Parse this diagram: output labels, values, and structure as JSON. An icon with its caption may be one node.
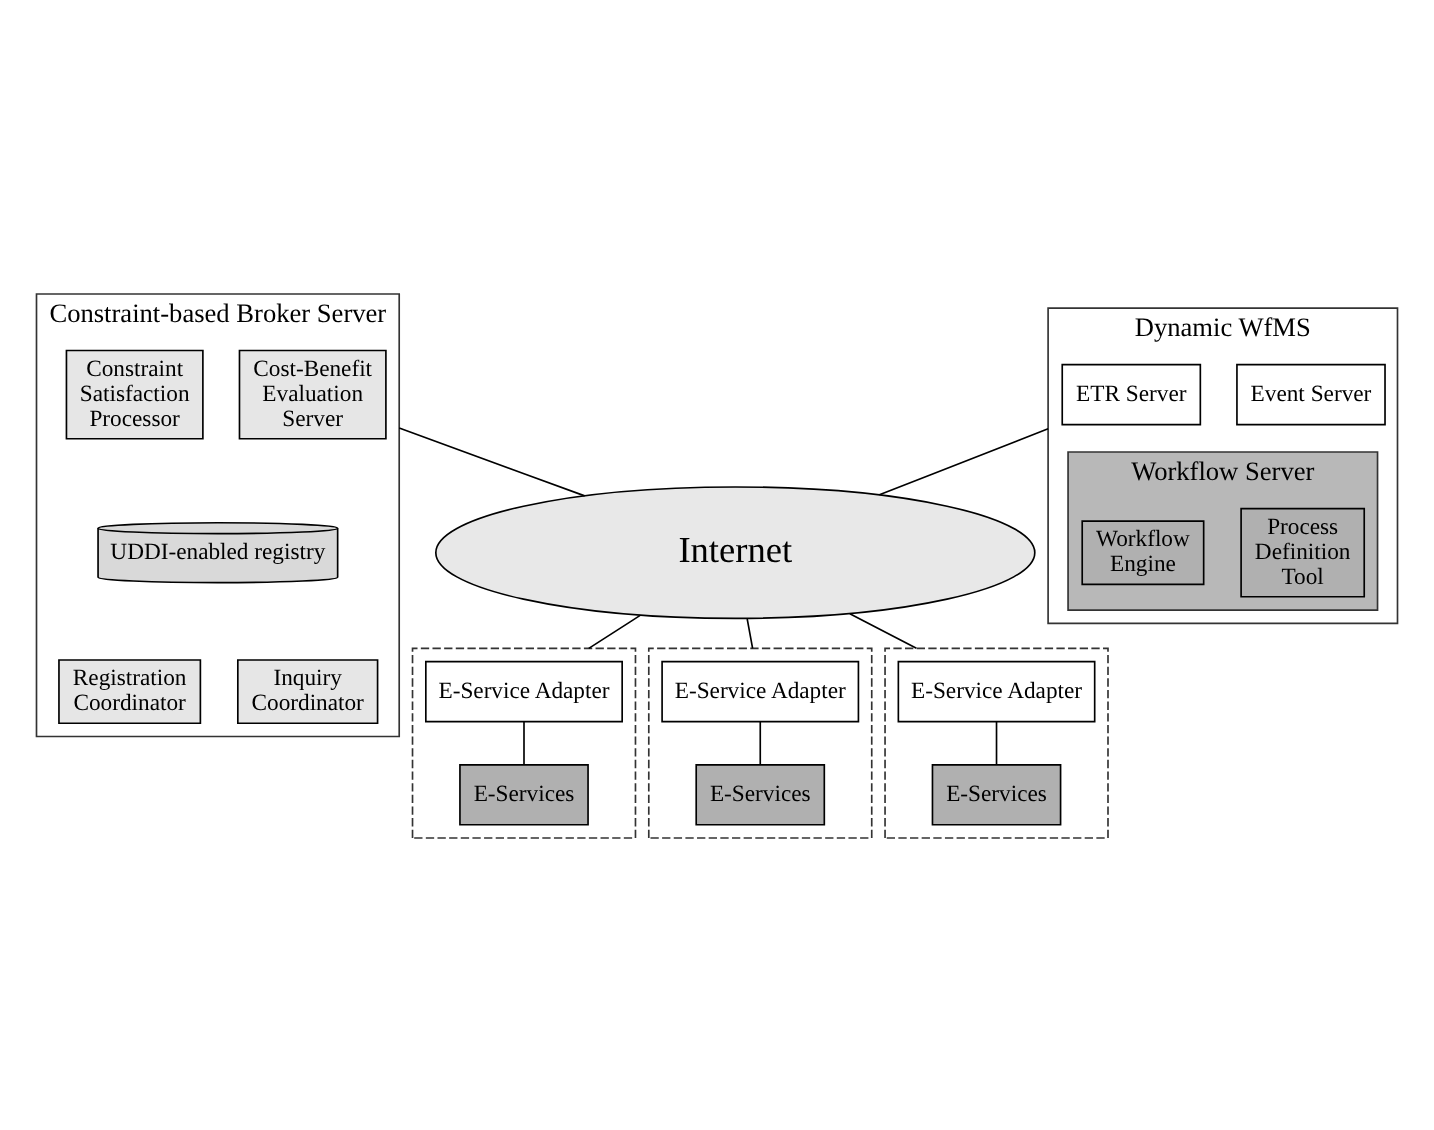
{
  "diagram": {
    "nodes": [
      {
        "text": [
          "Constraint-based Broker Server"
        ]
      },
      {
        "text": [
          "Cost-Benefit Evaluation Server"
        ],
        "in": 0
      },
      {
        "text": [
          "Constraint Satisfaction Processor"
        ],
        "in": 0
      },
      {
        "text": [
          "UDDI-enabled registry"
        ],
        "in": 0
      },
      {
        "text": [
          "Registration Coordinator"
        ],
        "in": 0
      },
      {
        "text": [
          "Inquiry Coordinator"
        ],
        "in": 0
      },
      {
        "text": [
          "Dynamic WfMS"
        ]
      },
      {
        "text": [
          "ETR Server"
        ],
        "in": 6
      },
      {
        "text": [
          "Event Server"
        ],
        "in": 6
      },
      {
        "text": [
          "Workflow Server"
        ],
        "in": 6
      },
      {
        "text": [
          "Workflow Engine"
        ],
        "in": 9
      },
      {
        "text": [
          "Process Definition Tool"
        ],
        "in": 9
      },
      {
        "text": [
          "Internet"
        ]
      },
      {
        "text": [],
        "shape": "box"
      },
      {
        "text": [
          "E-Service Adapter"
        ],
        "in": 13
      },
      {
        "text": [
          "E-Services"
        ],
        "in": 13
      },
      {
        "text": [],
        "shape": "box"
      },
      {
        "text": [
          "E-Service Adapter"
        ],
        "in": 16
      },
      {
        "text": [
          "E-Services"
        ],
        "in": 16
      },
      {
        "text": [],
        "shape": "box"
      },
      {
        "text": [
          "E-Service Adapter"
        ],
        "in": 19
      },
      {
        "text": [
          "E-Services"
        ],
        "in": 19
      }
    ],
    "edges": [
      {
        "from": 0,
        "to": 12,
        "arrow": "none"
      },
      {
        "from": 6,
        "to": 12,
        "arrow": "none"
      },
      {
        "from": 12,
        "to": 13,
        "arrow": "none"
      },
      {
        "from": 12,
        "to": 16,
        "arrow": "none"
      },
      {
        "from": 12,
        "to": 19,
        "arrow": "none"
      },
      {
        "from": 14,
        "to": 15,
        "arrow": "none"
      },
      {
        "from": 17,
        "to": 18,
        "arrow": "none"
      },
      {
        "from": 20,
        "to": 21,
        "arrow": "none"
      }
    ]
  }
}
